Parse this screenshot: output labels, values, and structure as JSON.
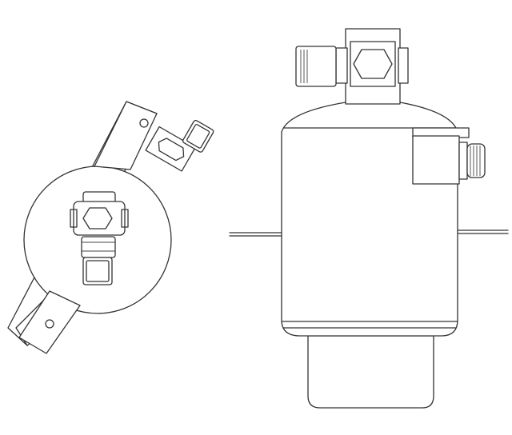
{
  "drawing": {
    "subject": "receiver-drier",
    "views": [
      "top-view",
      "side-view"
    ],
    "line_color": "#333333",
    "background": "#ffffff"
  }
}
